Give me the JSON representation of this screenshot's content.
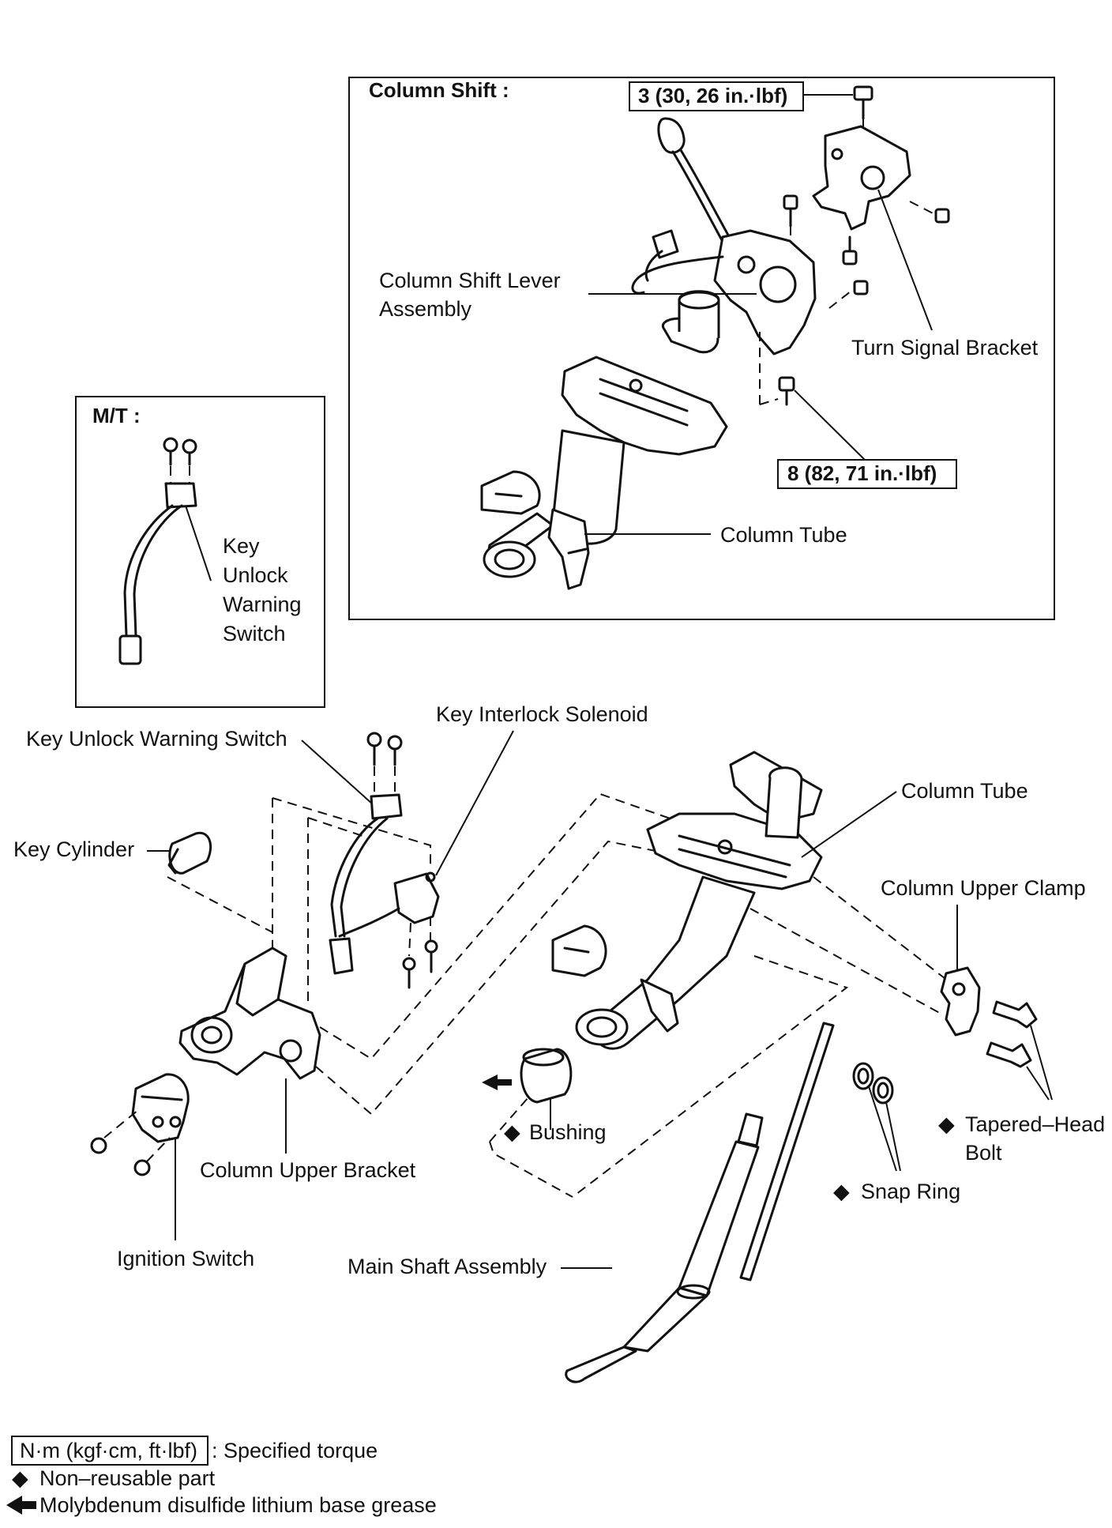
{
  "insets": {
    "column_shift": {
      "title": "Column Shift :",
      "torque_top": "3 (30, 26 in.·lbf)",
      "torque_mid": "8 (82, 71 in.·lbf)",
      "labels": {
        "shift_lever_1": "Column Shift Lever",
        "shift_lever_2": "Assembly",
        "turn_signal": "Turn Signal Bracket",
        "column_tube": "Column Tube"
      }
    },
    "mt": {
      "title": "M/T :",
      "switch_lines": [
        "Key",
        "Unlock",
        "Warning",
        "Switch"
      ]
    }
  },
  "main_labels": {
    "key_unlock": "Key Unlock Warning Switch",
    "key_interlock": "Key Interlock Solenoid",
    "key_cylinder": "Key Cylinder",
    "column_tube": "Column Tube",
    "column_upper_clamp": "Column Upper Clamp",
    "tapered_bolt_1": "Tapered–Head",
    "tapered_bolt_2": "Bolt",
    "bushing": "Bushing",
    "snap_ring": "Snap Ring",
    "column_upper_bracket": "Column Upper Bracket",
    "ignition_switch": "Ignition Switch",
    "main_shaft": "Main Shaft Assembly"
  },
  "symbols": {
    "nonreusable": "◆"
  },
  "legend": {
    "torque_unit": "N·m (kgf·cm, ft·lbf)",
    "torque_desc": ": Specified torque",
    "nonreusable": "Non–reusable part",
    "grease": "Molybdenum disulfide lithium base grease"
  }
}
